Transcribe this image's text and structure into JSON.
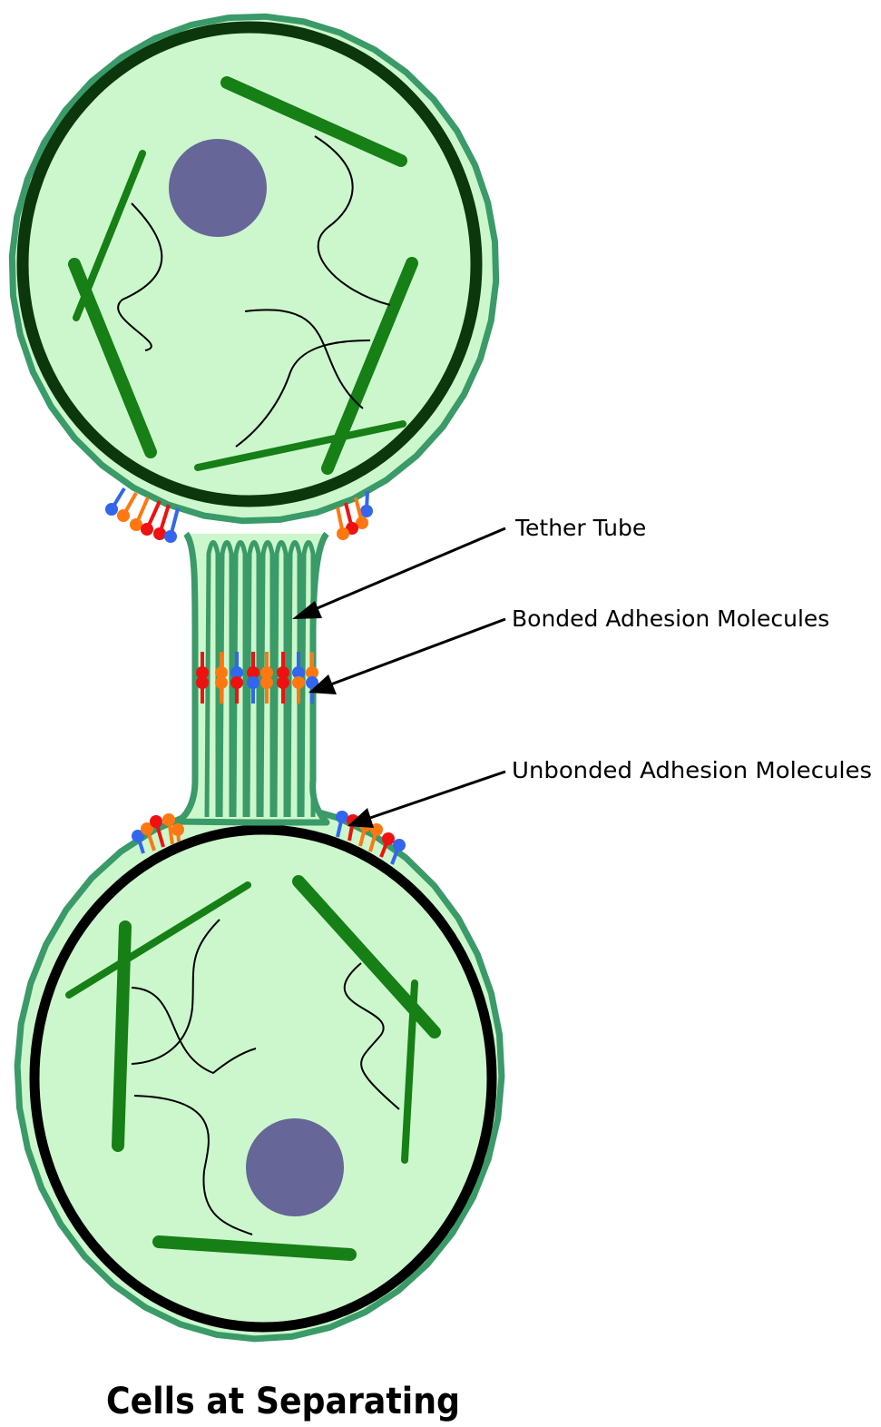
{
  "diagram": {
    "title": "Cells at Separating",
    "labels": {
      "tether_tube": "Tether Tube",
      "bonded": "Bonded Adhesion Molecules",
      "unbonded": "Unbonded Adhesion Molecules"
    },
    "colors": {
      "membrane": "#3a9a68",
      "cytoplasm": "#ccf7cc",
      "top_cortex": "#0c360c",
      "bottom_cortex": "#000000",
      "nucleus": "#666699",
      "filament": "#167f16",
      "tether": "#3a9a68",
      "molecule_red": "#ee1111",
      "molecule_orange": "#ff7711",
      "molecule_blue": "#3366ee"
    }
  }
}
